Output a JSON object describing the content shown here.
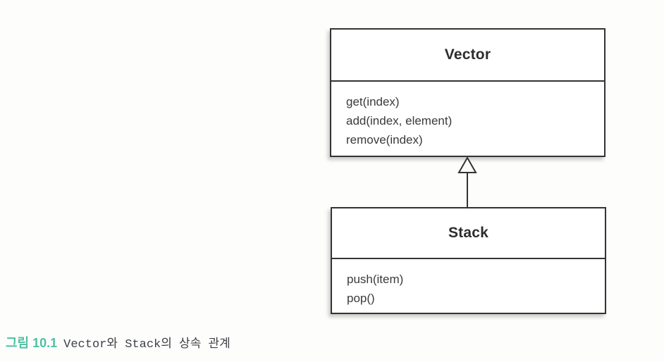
{
  "diagram": {
    "type": "uml-class-diagram",
    "classes": [
      {
        "name": "Vector",
        "methods": [
          "get(index)",
          "add(index, element)",
          "remove(index)"
        ]
      },
      {
        "name": "Stack",
        "methods": [
          "push(item)",
          "pop()"
        ]
      }
    ],
    "relationship": {
      "kind": "inheritance-generalization",
      "from": "Stack",
      "to": "Vector"
    }
  },
  "caption": {
    "fig_label": "그림 10.1",
    "text": "Vector와 Stack의 상속 관계"
  },
  "colors": {
    "caption_label_teal": "#4fbfa2",
    "box_border": "#333333",
    "method_text": "#3a3a3a",
    "page_background": "#fdfdfc"
  }
}
